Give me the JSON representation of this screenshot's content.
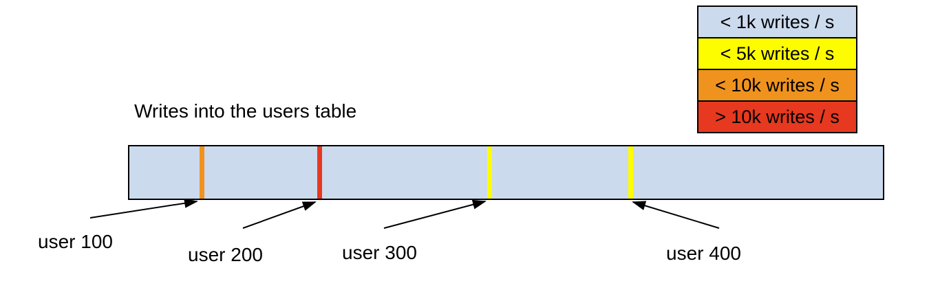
{
  "title": "Writes into the users table",
  "legend": {
    "items": [
      {
        "label": "< 1k writes / s",
        "color": "#ccdaee"
      },
      {
        "label": "< 5k writes / s",
        "color": "#fdfd00"
      },
      {
        "label": "< 10k writes / s",
        "color": "#f0931e"
      },
      {
        "label": "> 10k writes / s",
        "color": "#e6391f"
      }
    ]
  },
  "bar": {
    "fill": "#ccdaee",
    "border_color": "#000000",
    "markers": [
      {
        "label": "user 100",
        "color": "#f0931e"
      },
      {
        "label": "user 200",
        "color": "#e6391f"
      },
      {
        "label": "user 300",
        "color": "#fdfd00"
      },
      {
        "label": "user 400",
        "color": "#fdfd00"
      }
    ]
  }
}
